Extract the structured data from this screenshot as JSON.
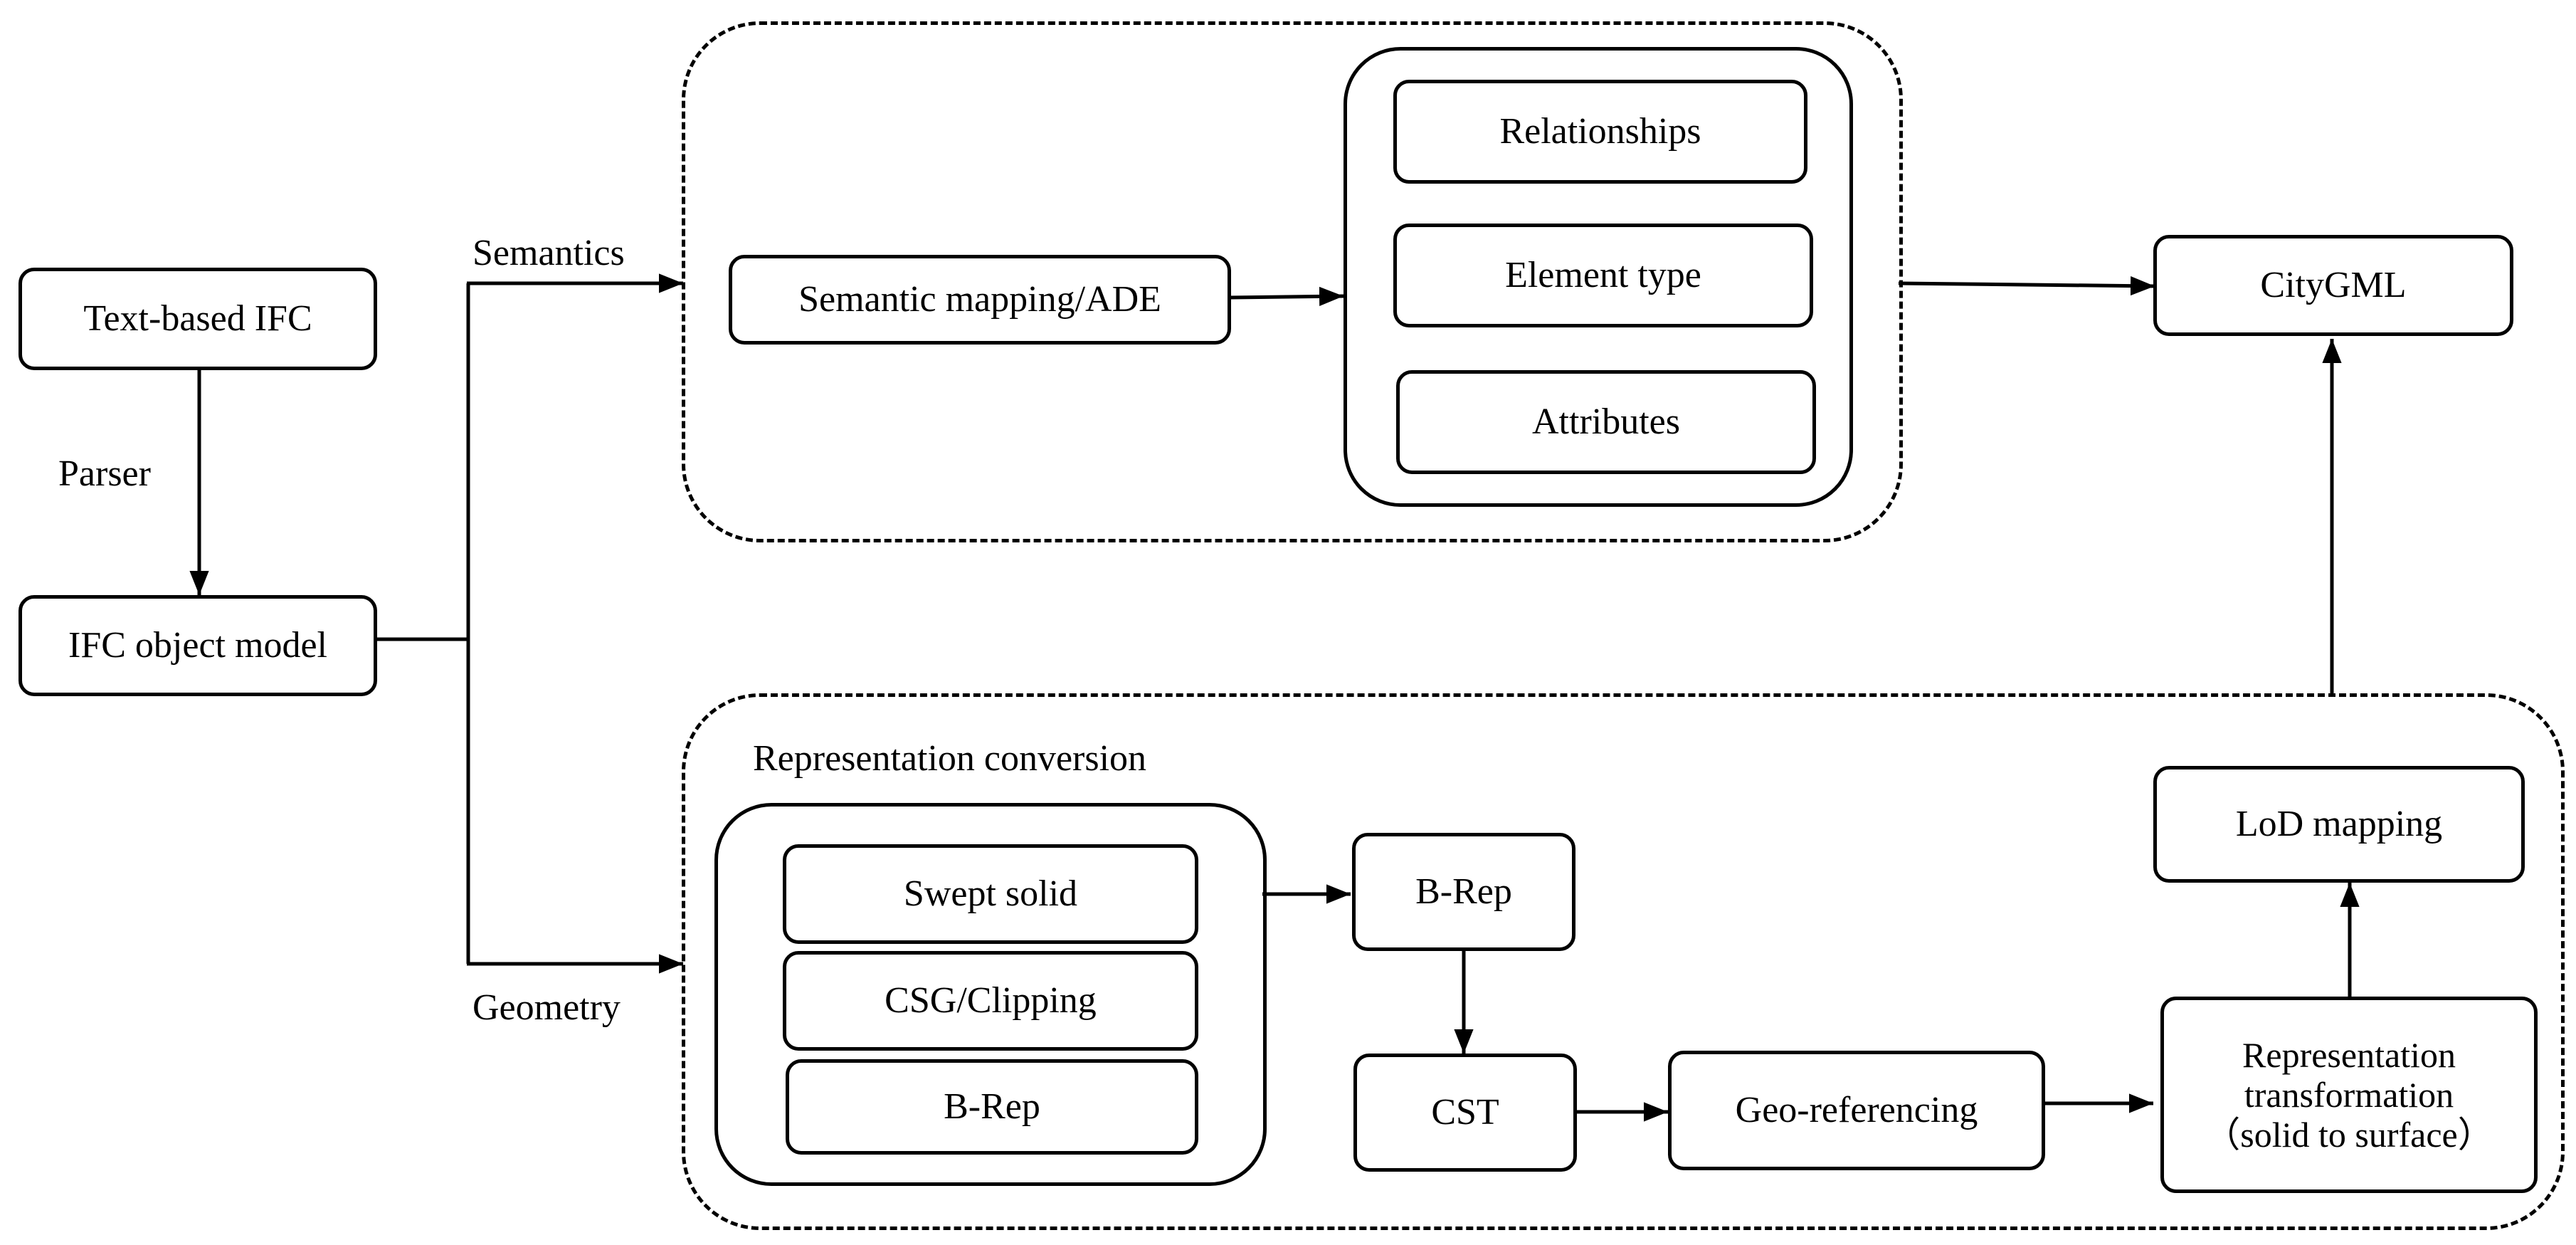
{
  "nodes": {
    "text_based_ifc": "Text-based IFC",
    "ifc_object_model": "IFC object model",
    "semantic_mapping_ade": "Semantic mapping/ADE",
    "relationships": "Relationships",
    "element_type": "Element type",
    "attributes": "Attributes",
    "citygml": "CityGML",
    "swept_solid": "Swept solid",
    "csg_clipping": "CSG/Clipping",
    "brep_inner": "B-Rep",
    "brep": "B-Rep",
    "cst": "CST",
    "geo_referencing": "Geo-referencing",
    "lod_mapping": "LoD mapping",
    "representation_transformation": "Representation\ntransformation\n（solid to surface）"
  },
  "labels": {
    "parser": "Parser",
    "semantics": "Semantics",
    "geometry": "Geometry",
    "representation_conversion": "Representation conversion"
  }
}
